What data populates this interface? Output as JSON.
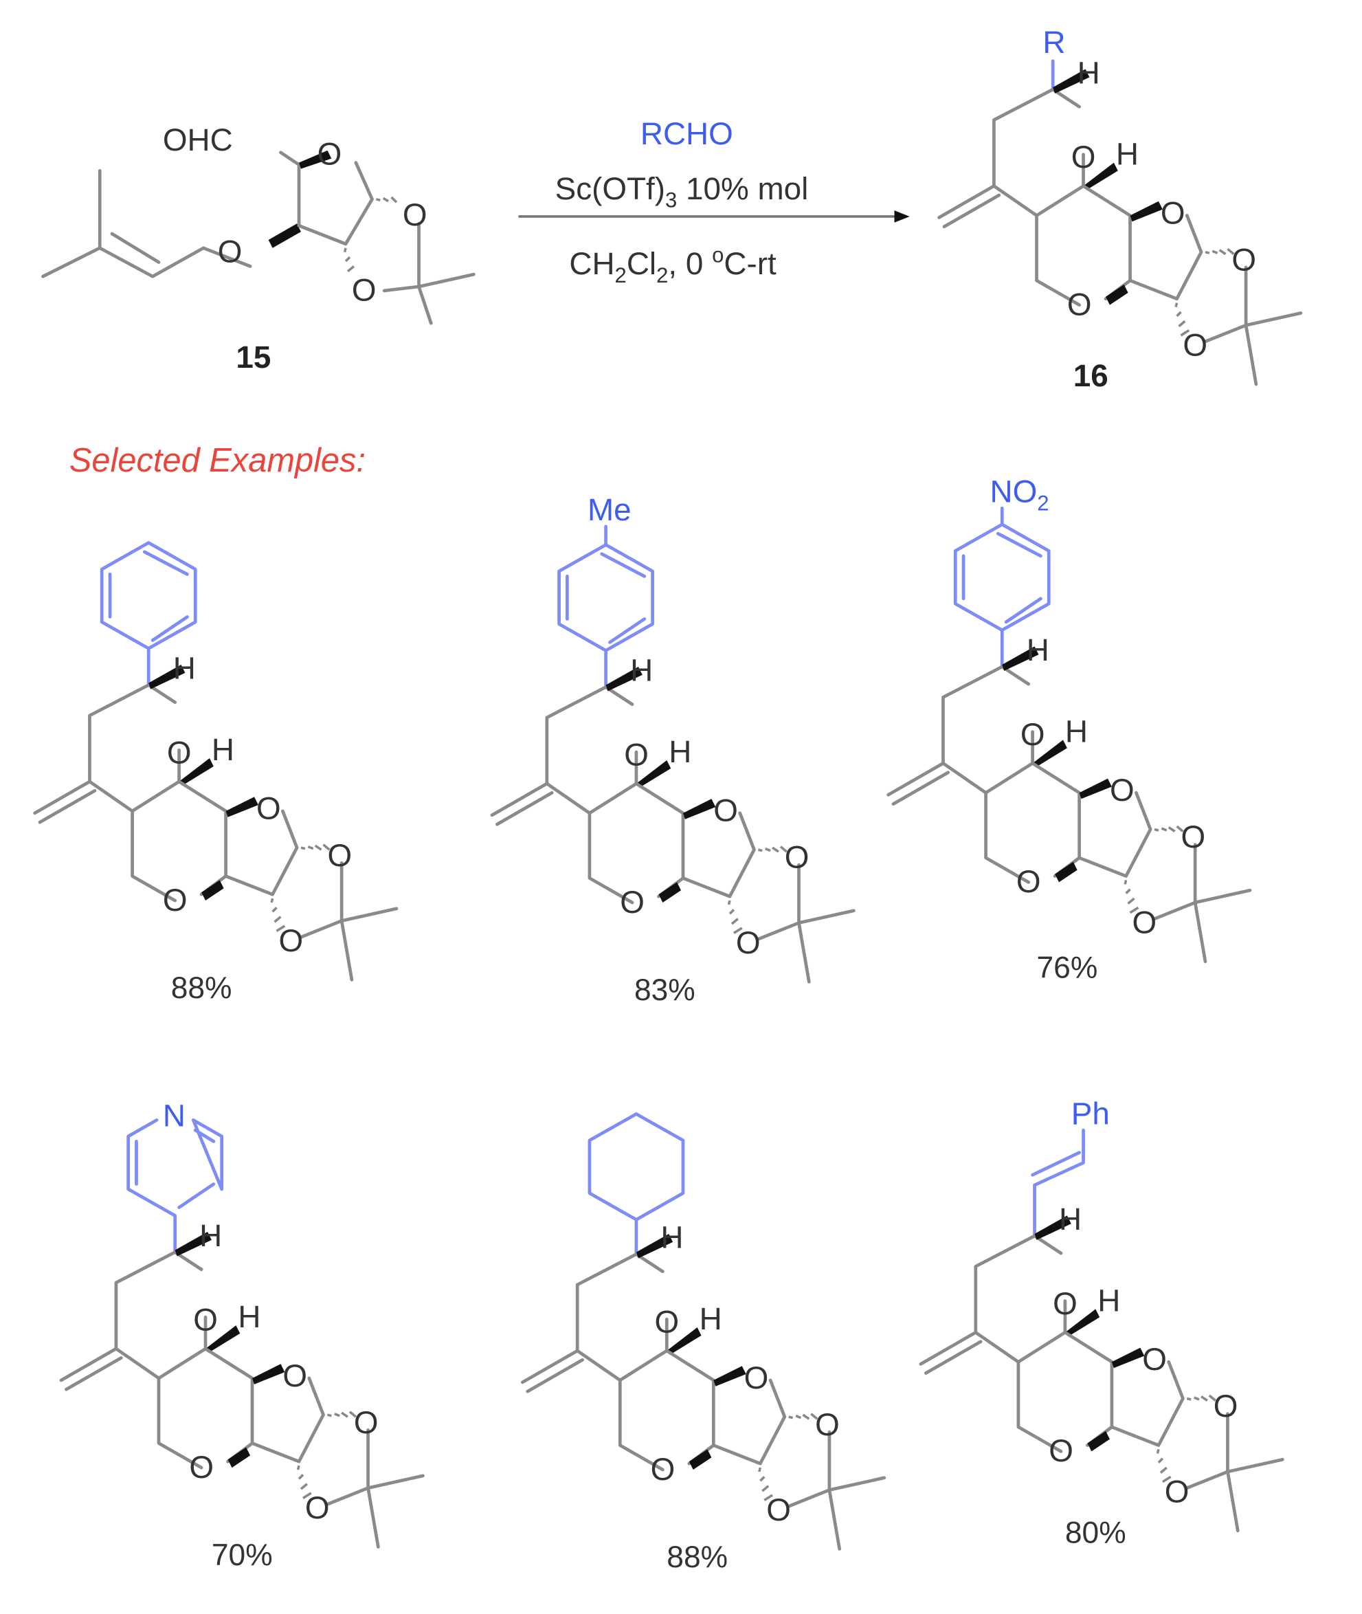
{
  "scheme": {
    "starting_material": {
      "label": "15",
      "atoms": {
        "aldehyde": "OHC",
        "o": "O"
      }
    },
    "reagents": {
      "above_1": "RCHO",
      "above_2_main": "Sc(OTf)",
      "above_2_sub": "3",
      "above_2_rest": " 10% mol",
      "below_a": "CH",
      "below_sub1": "2",
      "below_b": "Cl",
      "below_sub2": "2",
      "below_c": ", 0 ",
      "below_deg": "o",
      "below_d": "C-rt"
    },
    "product": {
      "label": "16",
      "r_group": "R",
      "h": "H",
      "o": "O"
    }
  },
  "selected_examples": {
    "heading": "Selected Examples:",
    "items": [
      {
        "substituent": "phenyl",
        "label": "",
        "yield": "88%"
      },
      {
        "substituent": "4-methylphenyl",
        "label": "Me",
        "yield": "83%"
      },
      {
        "substituent": "4-nitrophenyl",
        "label": "NO",
        "label_sub": "2",
        "yield": "76%"
      },
      {
        "substituent": "4-pyridyl",
        "label": "N",
        "yield": "70%"
      },
      {
        "substituent": "cyclohexyl",
        "label": "",
        "yield": "88%"
      },
      {
        "substituent": "styryl",
        "label": "Ph",
        "yield": "80%"
      }
    ]
  },
  "colors": {
    "highlight_blue": "#3d5cf0",
    "bond_blue": "#7d8df5",
    "heading_red": "#e8453c",
    "bond_gray": "#8a8a8a"
  }
}
